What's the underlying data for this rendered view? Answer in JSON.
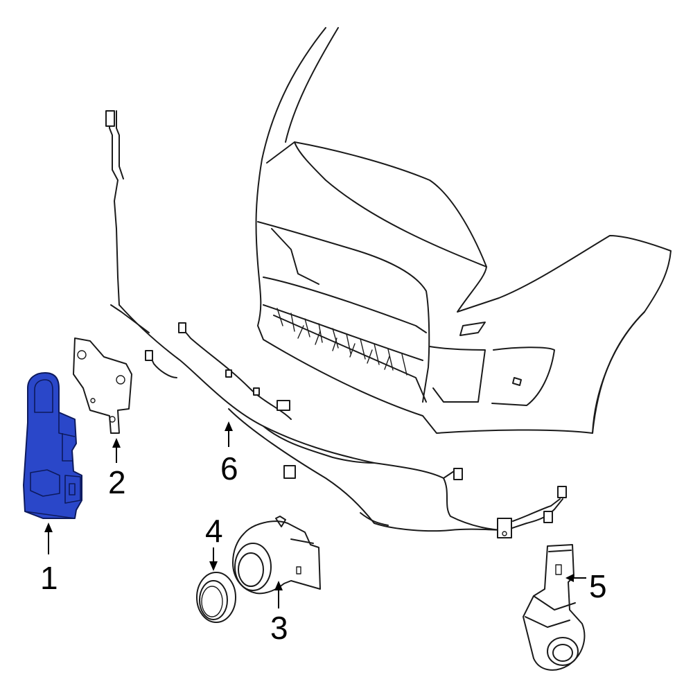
{
  "callouts": {
    "1": "1",
    "2": "2",
    "3": "3",
    "4": "4",
    "5": "5",
    "6": "6"
  },
  "highlight_color": "#2a47c9",
  "icons": {
    "module": "parking-aid-module-icon",
    "bracket": "bracket-icon",
    "sensor": "parking-sensor-icon",
    "retainer": "sensor-retainer-ring-icon",
    "harness": "wiring-harness-icon",
    "bumper": "front-bumper-icon"
  }
}
